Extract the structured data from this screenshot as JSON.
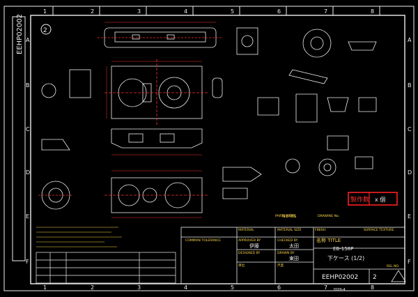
{
  "drawing": {
    "code_vertical": "EEHP02002",
    "sheet_marker": "2",
    "notes_header": "NOTES",
    "stamp": {
      "label": "製作数",
      "qty": "x 個"
    },
    "column_labels": [
      "1",
      "2",
      "3",
      "4",
      "5",
      "6",
      "7",
      "8"
    ],
    "row_labels": [
      "A",
      "B",
      "C",
      "D",
      "E",
      "F"
    ],
    "title_block": {
      "part_name_label": "PARTS NAME",
      "drawing_no_label": "DRAWING No.",
      "material_label": "MATERIAL",
      "material_size_label": "MATERIAL SIZE",
      "finish_label": "FINISH",
      "surface_texture_label": "SURFACE TEXTURE",
      "tolerance_label": "COMMON TOLERANCE",
      "approved_label": "APPROVED BY",
      "checked_label": "CHECKED BY",
      "designed_label": "DESIGNED BY",
      "drawn_label": "DRAWN BY",
      "approved_name": "伊藤",
      "checked_name": "太田",
      "drawn_name": "東田",
      "title_label": "名称 TITLE",
      "title_line1": "EB-158P",
      "title_line2": "下ケース (1/2)",
      "drawing_no": "EEHP02002",
      "units_label": "単位",
      "scale_label": "尺度",
      "rev_label": "REL NO"
    },
    "bottom_code": "2009-4"
  },
  "colors": {
    "background": "#000000",
    "outline": "#f0f0f0",
    "dims": "#ff3030",
    "text": "#ffd84a",
    "accent": "#ff2020"
  }
}
